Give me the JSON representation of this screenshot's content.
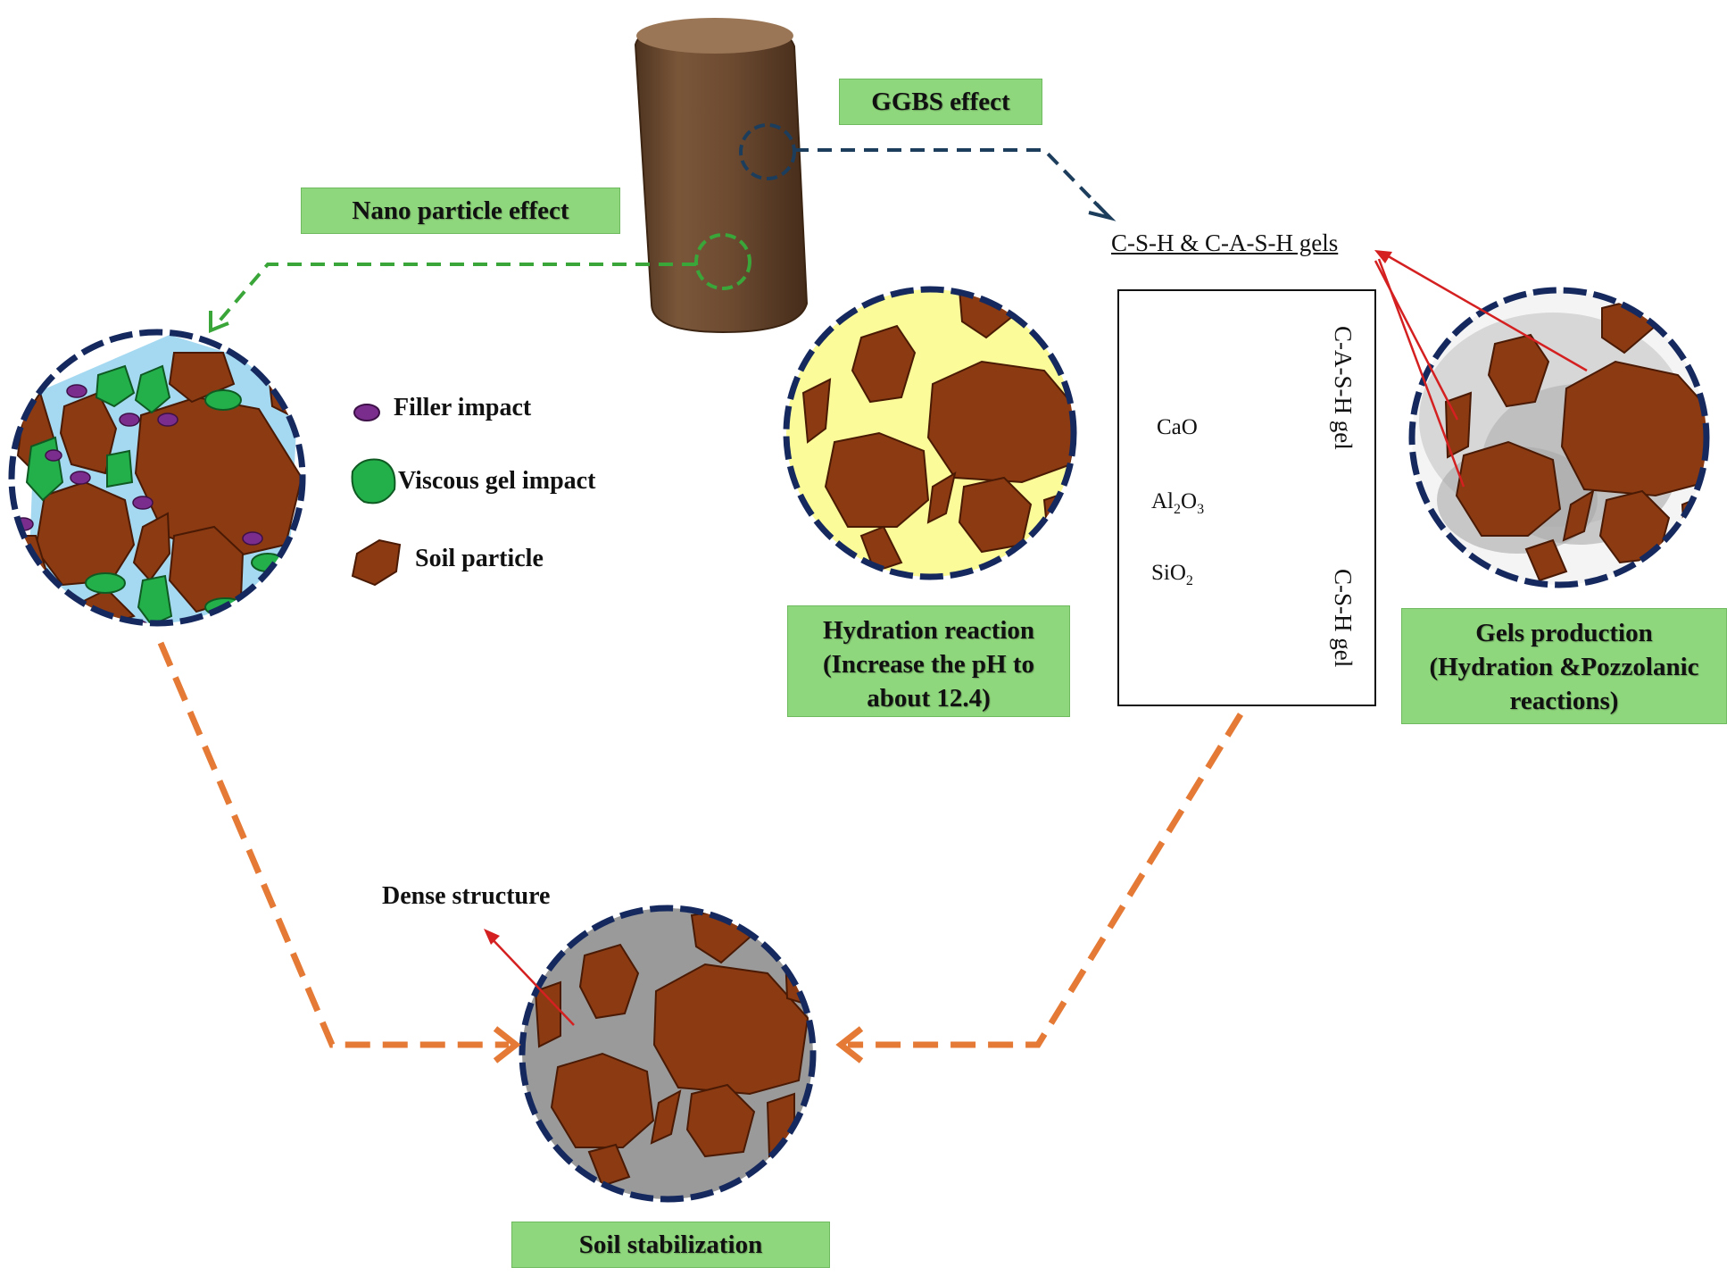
{
  "labels": {
    "ggbs_effect": "GGBS effect",
    "nano_effect": "Nano particle effect",
    "gels_title": "C-S-H & C-A-S-H gels",
    "hydration": [
      "Hydration reaction",
      "(Increase the pH to",
      "about 12.4)"
    ],
    "gels_production": [
      "Gels production",
      "(Hydration &Pozzolanic",
      "reactions)"
    ],
    "soil_stabilization": "Soil stabilization",
    "dense_structure": "Dense structure"
  },
  "legend": {
    "filler": "Filler impact",
    "viscous_gel": "Viscous gel impact",
    "soil_particle": "Soil particle"
  },
  "gel_box": {
    "cao": "CaO",
    "al2o3_main": "Al",
    "al2o3_sub1": "2",
    "al2o3_o": "O",
    "al2o3_sub2": "3",
    "sio2_main": "SiO",
    "sio2_sub": "2",
    "cash_gel": "C-A-S-H gel",
    "csh_gel": "C-S-H gel"
  },
  "colors": {
    "soil": "#8b3a12",
    "soil_edge": "#4a1a05",
    "border_navy": "#15295e",
    "label_green": "#8fd77c",
    "nano_green": "#3aa63a",
    "ggbs_dash": "#1d3d5c",
    "flow_orange": "#e47a35",
    "arrow_red": "#d42020",
    "filler_purple": "#7b2d8e",
    "gel_green": "#23b04a",
    "water_blue": "#a5d9f1",
    "hydration_yellow": "#fbfb9a",
    "dense_gray": "#9a9a9a",
    "cylinder": "#6b4a30"
  }
}
